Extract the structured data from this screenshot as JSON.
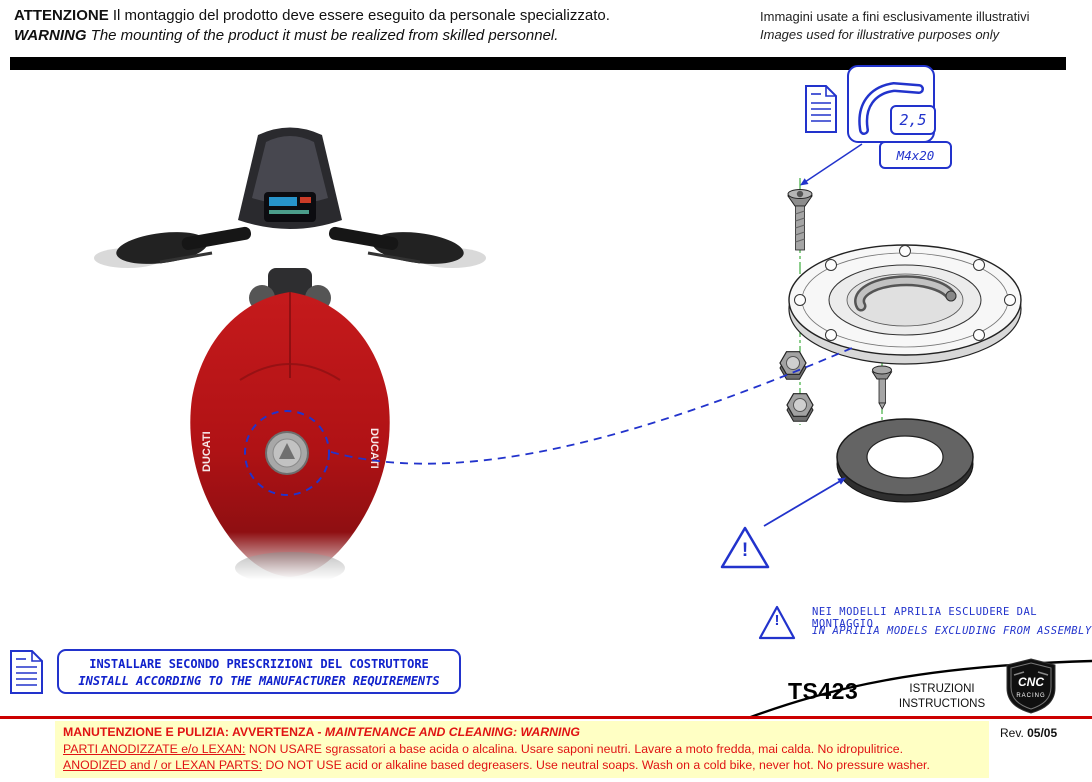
{
  "header": {
    "attenzione_label": "ATTENZIONE",
    "attenzione_text": " Il montaggio del prodotto deve essere eseguito da personale specializzato.",
    "warning_label": "WARNING",
    "warning_text": " The mounting of the product it must be realized from skilled personnel.",
    "note_it": "Immagini usate a fini esclusivamente illustrativi",
    "note_en": "Images used for illustrative purposes only"
  },
  "diagram": {
    "allen_key_size": "2,5",
    "screw_spec": "M4x20",
    "warning_symbol": "!"
  },
  "aprilia_note": {
    "symbol": "!",
    "line_it": "NEI MODELLI APRILIA ESCLUDERE DAL MONTAGGIO",
    "line_en": "IN APRILIA MODELS EXCLUDING FROM ASSEMBLY"
  },
  "install_box": {
    "line_it": "INSTALLARE SECONDO PRESCRIZIONI DEL COSTRUTTORE",
    "line_en": "INSTALL ACCORDING TO THE MANUFACTURER REQUIREMENTS"
  },
  "footer": {
    "product_code": "TS423",
    "label_it": "ISTRUZIONI",
    "label_en": "INSTRUCTIONS",
    "logo_top": "CNC",
    "logo_bottom": "RACING"
  },
  "maintenance": {
    "title_it": "MANUTENZIONE E PULIZIA: AVVERTENZA - ",
    "title_en": "MAINTENANCE AND CLEANING: WARNING",
    "anodized_label_it": "PARTI ANODIZZATE  e/o LEXAN:",
    "anodized_text_it": "  NON USARE sgrassatori a base acida o alcalina. Usare saponi neutri. Lavare a moto fredda, mai calda. No idropulitrice.",
    "anodized_label_en": "ANODIZED and / or LEXAN PARTS:",
    "anodized_text_en": " DO NOT USE acid or alkaline based degreasers. Use neutral soaps. Wash on a cold bike, never hot. No pressure washer.",
    "rev_label": "Rev. ",
    "rev_value": "05/05"
  },
  "bike": {
    "brand_left": "DUCATI",
    "brand_right": "DUCATI"
  },
  "colors": {
    "accent_blue": "#2233cc",
    "warning_red": "#e01313",
    "separator_red": "#cc0000",
    "highlight_yellow": "#ffffc4",
    "centerline_green": "#1a9c1a"
  }
}
